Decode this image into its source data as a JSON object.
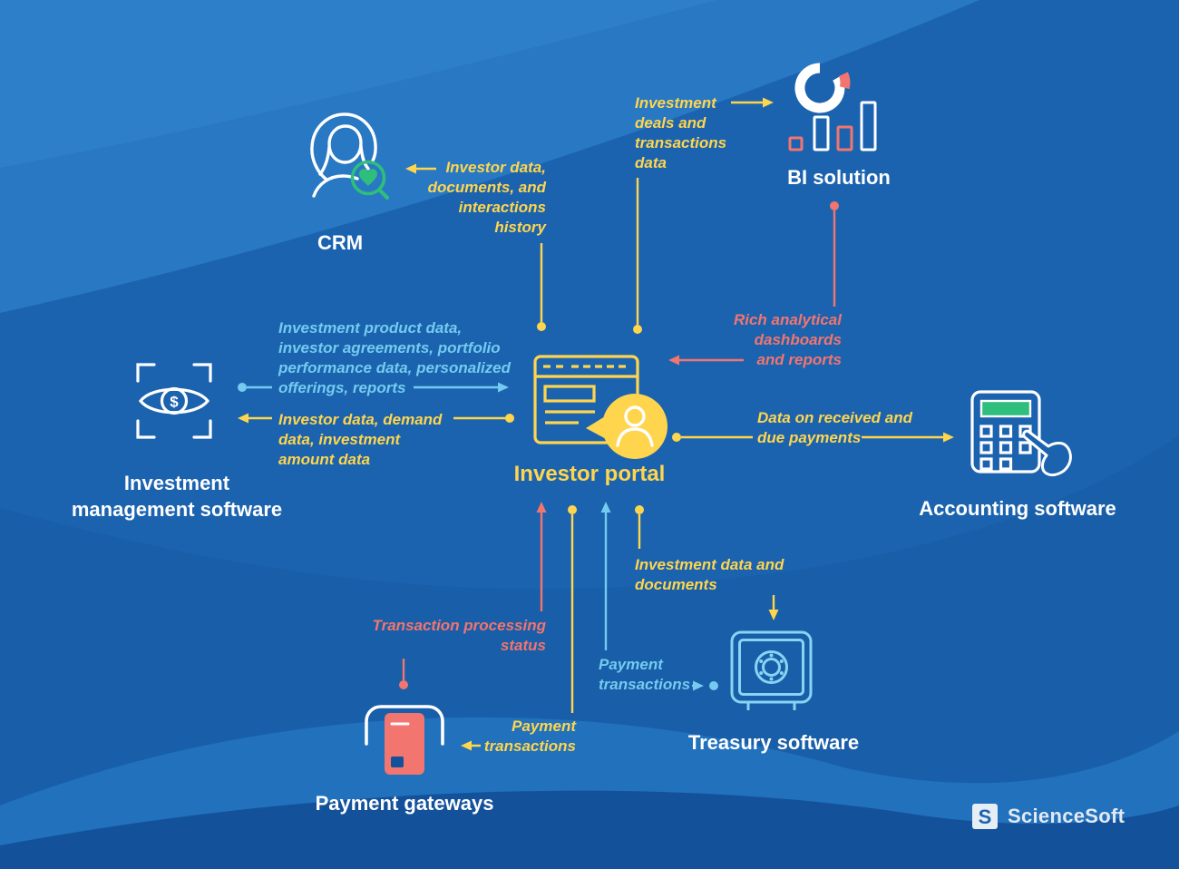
{
  "title": "Investor portal integrations diagram",
  "colors": {
    "background": "#1B63AF",
    "yellow": "#FFD54D",
    "cyan": "#74CBEF",
    "salmon": "#F2756F",
    "green": "#2FBE7C",
    "white": "#FFFFFF",
    "treasury_blue": "#87D4F3"
  },
  "nodes": {
    "crm": {
      "label": "CRM"
    },
    "bi": {
      "label": "BI solution"
    },
    "ims": {
      "label": "Investment management software"
    },
    "portal": {
      "label": "Investor portal"
    },
    "accounting": {
      "label": "Accounting software"
    },
    "payment": {
      "label": "Payment gateways"
    },
    "treasury": {
      "label": "Treasury software"
    }
  },
  "edges": {
    "portal_to_crm": {
      "from": "Investor portal",
      "to": "CRM",
      "color": "yellow",
      "label": "Investor data, documents, and interactions history"
    },
    "portal_to_bi": {
      "from": "Investor portal",
      "to": "BI solution",
      "color": "yellow",
      "label": "Investment deals and transactions data"
    },
    "bi_to_portal": {
      "from": "BI solution",
      "to": "Investor portal",
      "color": "salmon",
      "label": "Rich analytical dashboards and reports"
    },
    "ims_to_portal": {
      "from": "Investment management software",
      "to": "Investor portal",
      "color": "cyan",
      "label": "Investment product data, investor agreements, portfolio performance data, personalized offerings, reports"
    },
    "portal_to_ims": {
      "from": "Investor portal",
      "to": "Investment management software",
      "color": "yellow",
      "label": "Investor data, demand data, investment amount data"
    },
    "portal_to_accounting": {
      "from": "Investor portal",
      "to": "Accounting software",
      "color": "yellow",
      "label": "Data on received and due payments"
    },
    "payment_to_portal": {
      "from": "Payment gateways",
      "to": "Investor portal",
      "color": "salmon",
      "label": "Transaction processing status"
    },
    "portal_to_payment": {
      "from": "Investor portal",
      "to": "Payment gateways",
      "color": "yellow",
      "label": "Payment transactions"
    },
    "treasury_to_portal": {
      "from": "Treasury software",
      "to": "Investor portal",
      "color": "cyan",
      "label": "Payment transactions"
    },
    "portal_to_treasury": {
      "from": "Investor portal",
      "to": "Treasury software",
      "color": "yellow",
      "label": "Investment data and documents"
    }
  },
  "icons": {
    "crm": "woman-with-heart-magnifier",
    "bi": "donut-chart-and-bars",
    "ims": "eye-with-dollar-in-brackets",
    "portal": "browser-window-with-user-bubble",
    "accounting": "calculator-with-pointing-hand",
    "payment": "card-reader-with-card",
    "treasury": "safe-vault",
    "ims_dollar_glyph": "$",
    "logo_glyph": "S"
  },
  "logo": {
    "text": "ScienceSoft"
  }
}
